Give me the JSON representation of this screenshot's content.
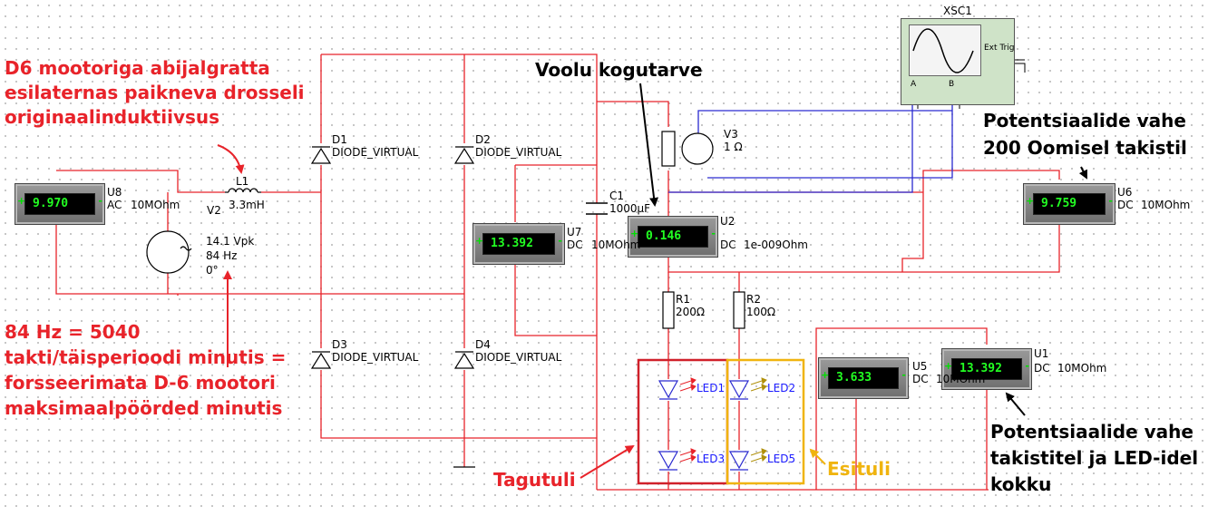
{
  "annotations": {
    "inductance_note": [
      "D6 mootoriga abijalgratta",
      "esilaternas paikneva drosseli",
      "originaalinduktiivsus"
    ],
    "frequency_note": [
      "84 Hz = 5040",
      "takti/täisperioodi minutis =",
      "forsseerimata D-6 mootori",
      "maksimaalpöörded minutis"
    ],
    "current_note": "Voolu kogutarve",
    "potential_200": [
      "Potentsiaalide vahe",
      "200 Oomisel takistil"
    ],
    "potential_total": [
      "Potentsiaalide vahe",
      "takistitel  ja LED-idel",
      "kokku"
    ],
    "rear_light": "Tagutuli",
    "front_light": "Esituli"
  },
  "meters": {
    "u8": {
      "value": "9.970",
      "name": "U8",
      "mode": "AC",
      "resistance": "10MOhm"
    },
    "u7": {
      "value": "13.392",
      "name": "U7",
      "mode": "DC",
      "resistance": "10MOhm"
    },
    "u2": {
      "value": "0.146",
      "name": "U2",
      "mode": "DC",
      "resistance": "1e-009Ohm"
    },
    "u6": {
      "value": "9.759",
      "name": "U6",
      "mode": "DC",
      "resistance": "10MOhm"
    },
    "u5": {
      "value": "3.633",
      "name": "U5",
      "mode": "DC",
      "resistance": "10MOhm"
    },
    "u1": {
      "value": "13.392",
      "name": "U1",
      "mode": "DC",
      "resistance": "10MOhm"
    }
  },
  "components": {
    "l1": {
      "name": "L1",
      "value": "3.3mH"
    },
    "v2": {
      "name": "V2",
      "amplitude": "14.1 Vpk",
      "frequency": "84 Hz",
      "phase": "0°"
    },
    "d1": {
      "name": "D1",
      "model": "DIODE_VIRTUAL"
    },
    "d2": {
      "name": "D2",
      "model": "DIODE_VIRTUAL"
    },
    "d3": {
      "name": "D3",
      "model": "DIODE_VIRTUAL"
    },
    "d4": {
      "name": "D4",
      "model": "DIODE_VIRTUAL"
    },
    "c1": {
      "name": "C1",
      "value": "1000µF"
    },
    "v3": {
      "name": "V3",
      "value": "1 Ω"
    },
    "r1": {
      "name": "R1",
      "value": "200Ω"
    },
    "r2": {
      "name": "R2",
      "value": "100Ω"
    },
    "led1": "LED1",
    "led2": "LED2",
    "led3": "LED3",
    "led5": "LED5",
    "xsc1": {
      "name": "XSC1",
      "ch_a": "A",
      "ch_b": "B",
      "ext_trig": "Ext Trig"
    }
  },
  "colors": {
    "wire": "#e8232a",
    "scope_wire": "#2a2ad0",
    "rear_box": "#d0202a",
    "front_box": "#f0b40f",
    "display_text": "#22ff22"
  }
}
